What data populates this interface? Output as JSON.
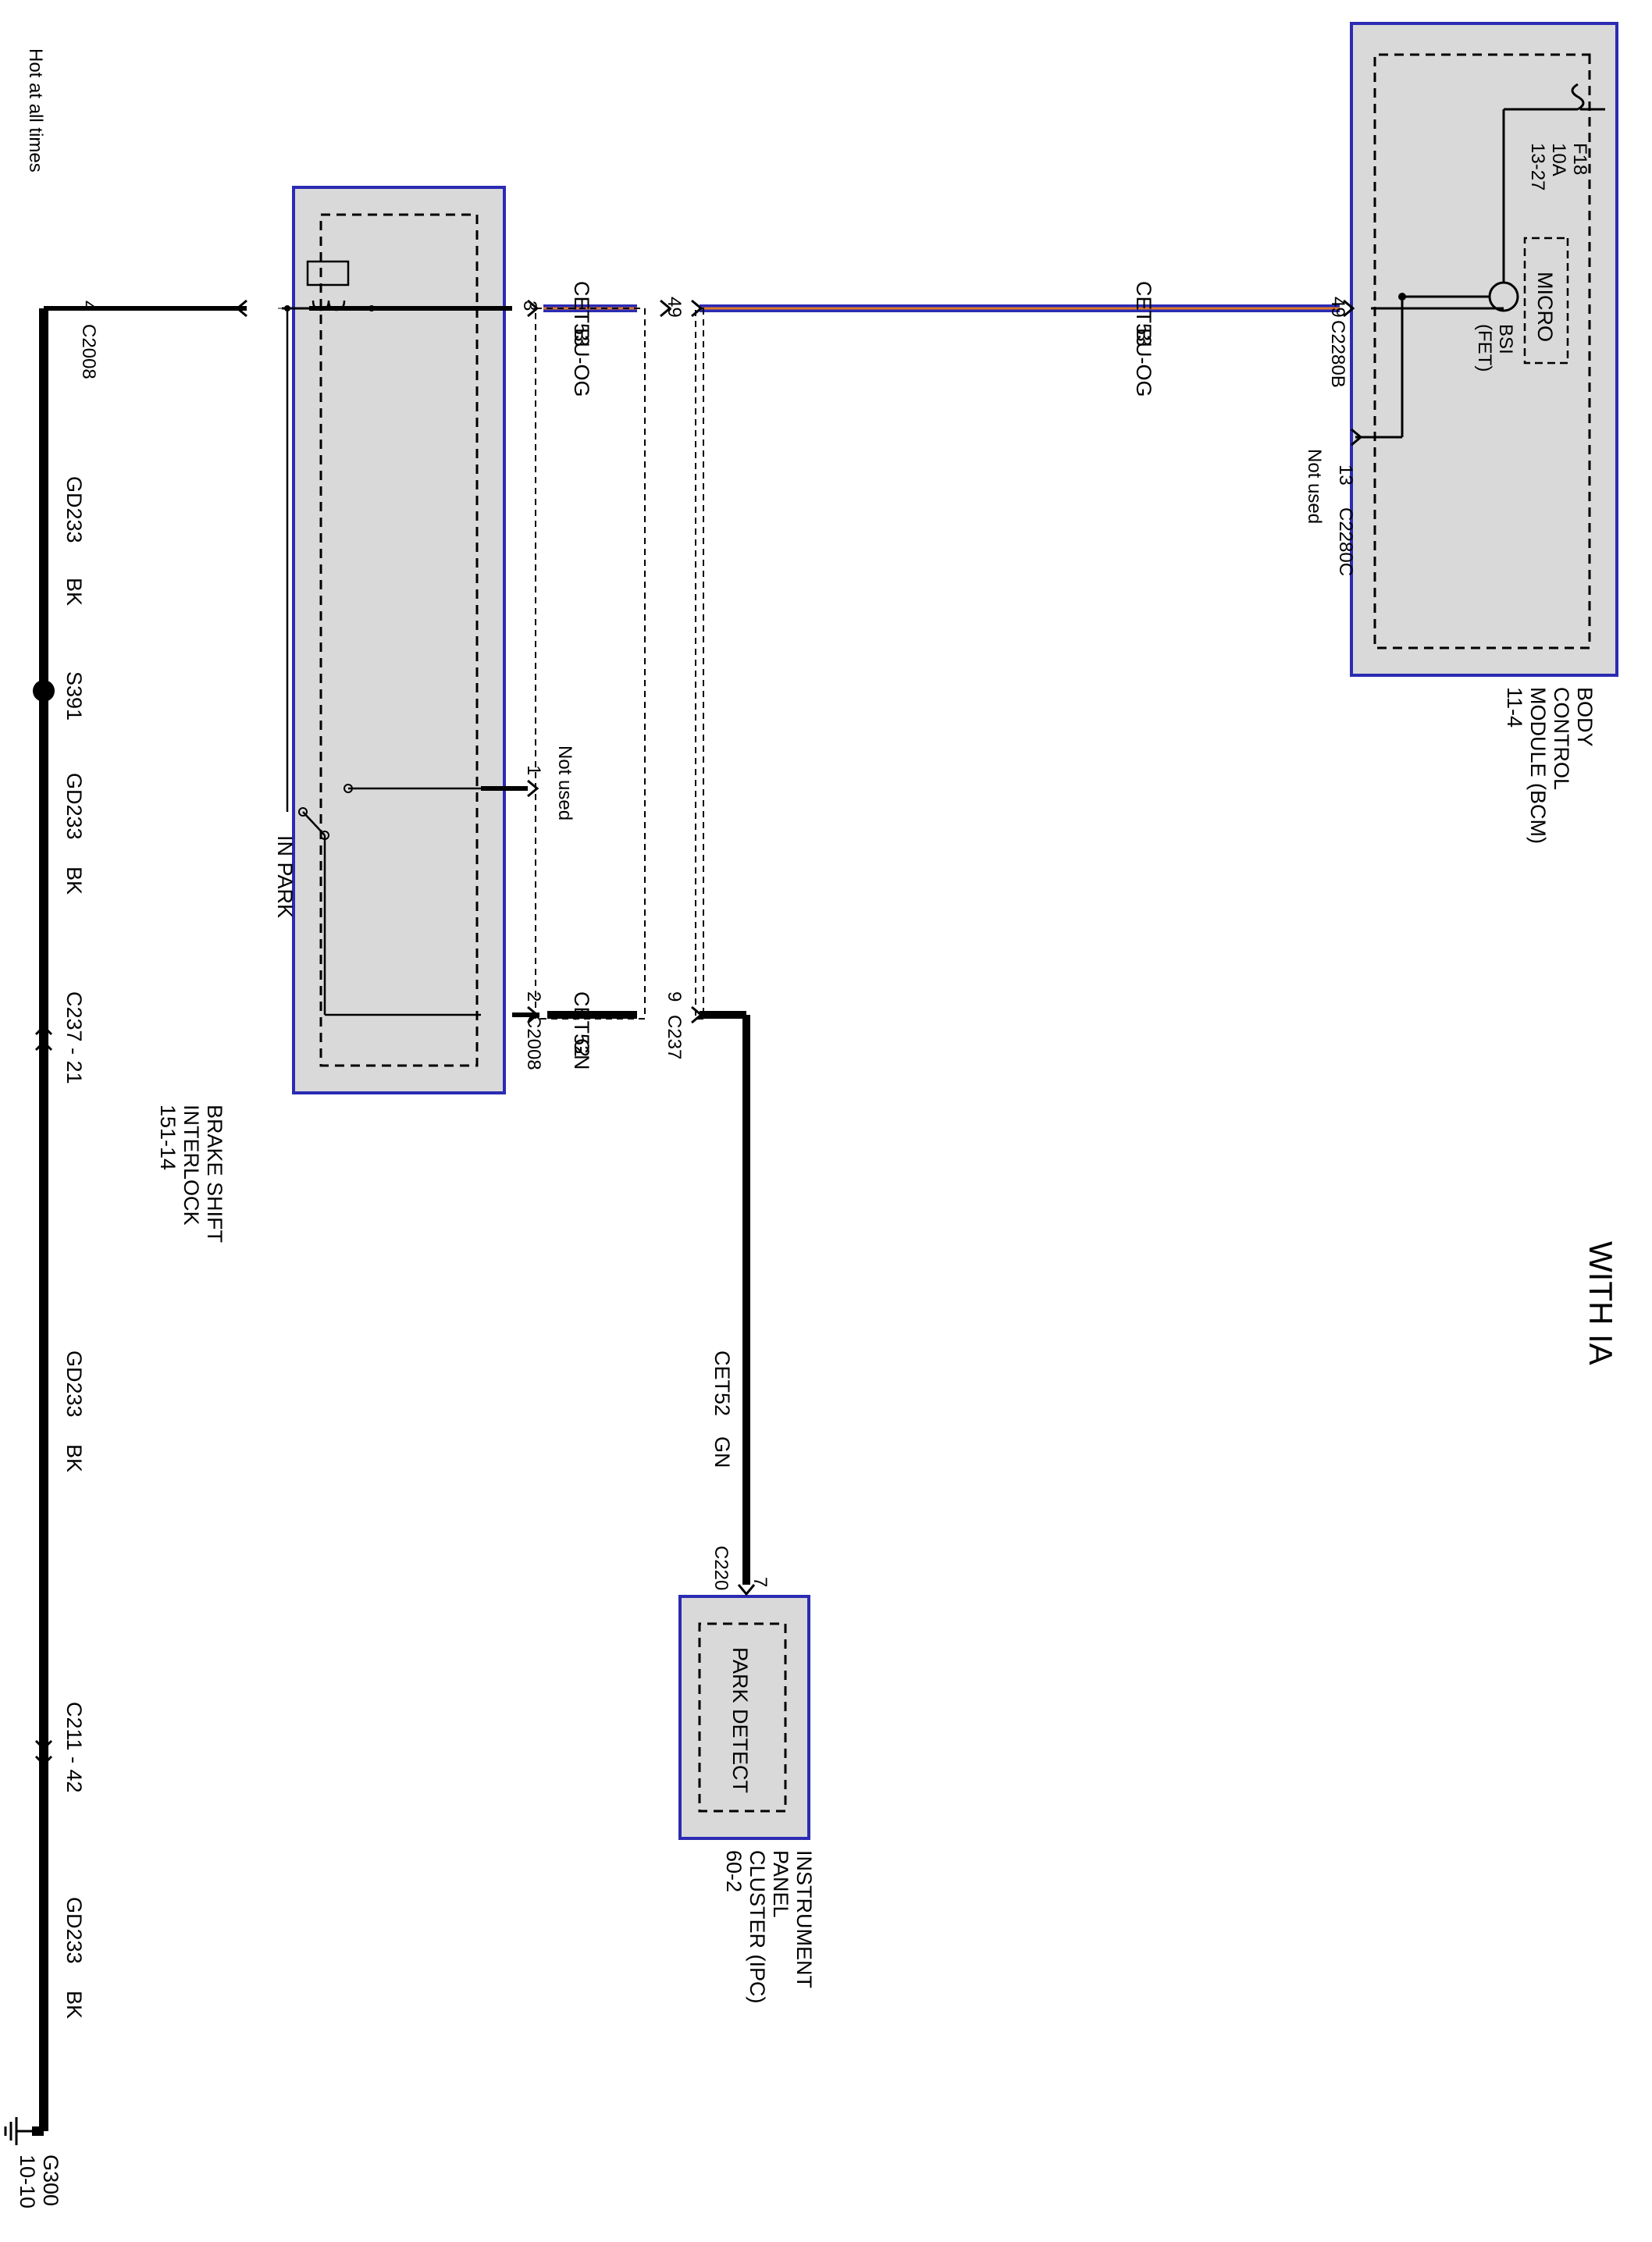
{
  "title": "WITH IA",
  "power_label": "Hot at all times",
  "modules": {
    "bcm": {
      "name_lines": [
        "BODY",
        "CONTROL",
        "MODULE (BCM)",
        "11-4"
      ],
      "micro": "MICRO",
      "bsi_lines": [
        "BSI",
        "(FET)"
      ],
      "fuse_lines": [
        "F18",
        "10A",
        "13-27"
      ]
    },
    "brake_shift_interlock": {
      "name_lines": [
        "BRAKE SHIFT",
        "INTERLOCK",
        "151-14"
      ],
      "in_park": "IN PARK"
    },
    "ipc": {
      "name_lines": [
        "INSTRUMENT",
        "PANEL",
        "CLUSTER (IPC)",
        "60-2"
      ],
      "park_detect": "PARK DETECT"
    }
  },
  "connectors": {
    "c2008_pin4": {
      "pin": "4",
      "name": "C2008"
    },
    "c2008_pin3": {
      "pin": "3"
    },
    "c2008_pin1": {
      "pin": "1",
      "note": "Not used"
    },
    "c2008_pin2": {
      "pin": "2",
      "name": "C2008"
    },
    "c237_pin49": {
      "pin": "49"
    },
    "c237_pin9": {
      "pin": "9",
      "name": "C237"
    },
    "c2280b_pin49": {
      "pin": "49",
      "name": "C2280B"
    },
    "c2280c_pin13": {
      "pin": "13",
      "name": "C2280C",
      "note": "Not used"
    },
    "c220_pin7": {
      "pin": "7",
      "name": "C220"
    },
    "c237_21": {
      "label": "C237 - 21"
    },
    "c211_42": {
      "label": "C211 - 42"
    }
  },
  "splices": {
    "s391": "S391"
  },
  "ground": {
    "name": "G300",
    "ref": "10-10"
  },
  "wires": {
    "cet53": {
      "circuit": "CET53",
      "color": "BU-OG"
    },
    "cet53_right": {
      "circuit": "CET53",
      "color": "BU-OG"
    },
    "cet52": {
      "circuit": "CET52",
      "color": "GN"
    },
    "cet52_vertical": {
      "circuit": "CET52",
      "color": "GN"
    },
    "gd233_a": {
      "circuit": "GD233",
      "color": "BK"
    },
    "gd233_b": {
      "circuit": "GD233",
      "color": "BK"
    },
    "gd233_c": {
      "circuit": "GD233",
      "color": "BK"
    },
    "gd233_d": {
      "circuit": "GD233",
      "color": "BK"
    }
  },
  "colors": {
    "module_fill": "#d9d9d9",
    "module_border": "#2b2bb3",
    "wire_blue": "#2b2bb3",
    "wire_orange": "#e07a2a",
    "wire_black": "#000000"
  }
}
